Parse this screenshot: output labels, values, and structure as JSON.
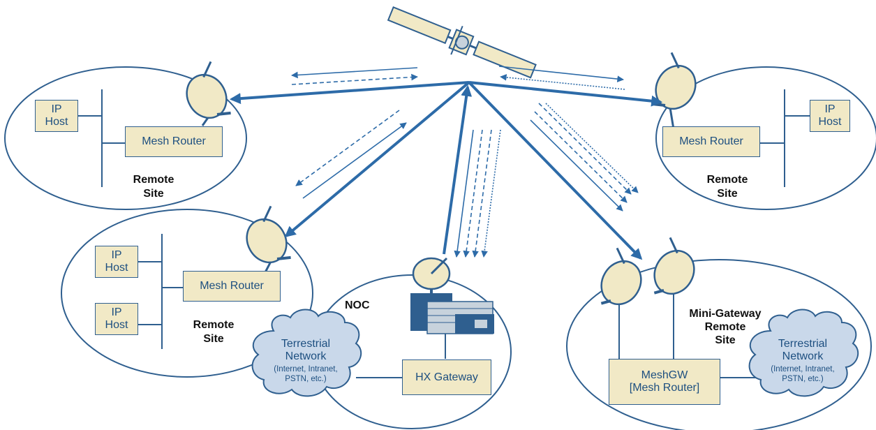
{
  "sites": {
    "remote_top_left": {
      "label_line1": "Remote",
      "label_line2": "Site",
      "router": "Mesh Router",
      "host1_line1": "IP",
      "host1_line2": "Host"
    },
    "remote_top_right": {
      "label_line1": "Remote",
      "label_line2": "Site",
      "router": "Mesh Router",
      "host1_line1": "IP",
      "host1_line2": "Host"
    },
    "remote_mid_left": {
      "label_line1": "Remote",
      "label_line2": "Site",
      "router": "Mesh Router",
      "host1_line1": "IP",
      "host1_line2": "Host",
      "host2_line1": "IP",
      "host2_line2": "Host"
    },
    "noc": {
      "label": "NOC",
      "gateway": "HX Gateway",
      "cloud_line1": "Terrestrial",
      "cloud_line2": "Network",
      "cloud_sub1": "(Internet, Intranet,",
      "cloud_sub2": "PSTN, etc.)"
    },
    "mini_gateway": {
      "label_line1": "Mini-Gateway",
      "label_line2": "Remote",
      "label_line3": "Site",
      "gw_line1": "MeshGW",
      "gw_line2": "[Mesh Router]",
      "cloud_line1": "Terrestrial",
      "cloud_line2": "Network",
      "cloud_sub1": "(Internet, Intranet,",
      "cloud_sub2": "PSTN, etc.)"
    }
  },
  "colors": {
    "line": "#2f5f8f",
    "arrow": "#2d6ba8",
    "fill": "#f1e9c6",
    "cloud": "#c9d8ea",
    "text": "#1d4f80"
  }
}
